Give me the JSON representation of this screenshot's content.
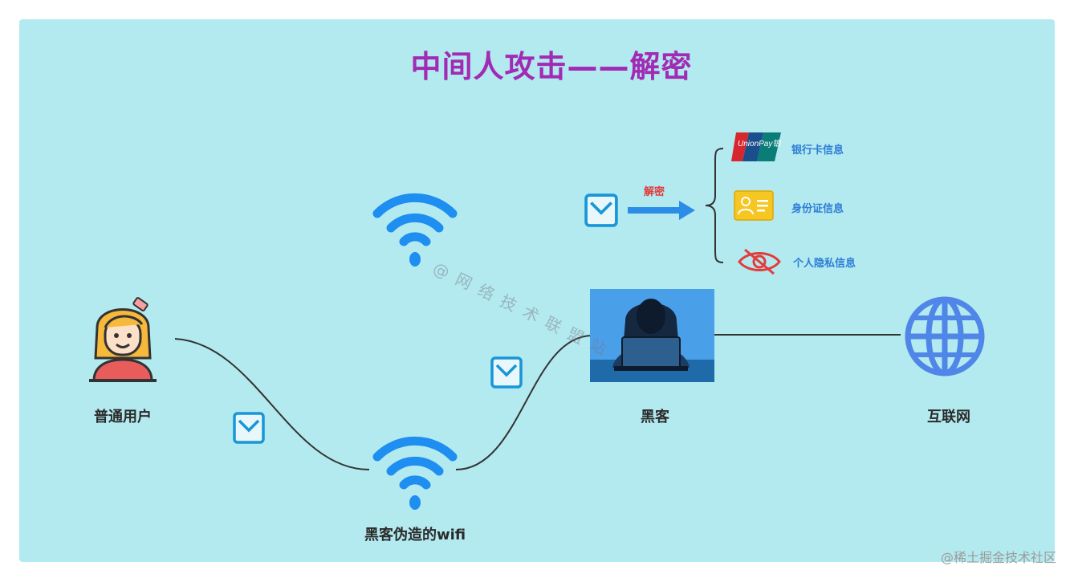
{
  "title": "中间人攻击——解密",
  "nodes": {
    "user": "普通用户",
    "fake_wifi": "黑客伪造的wifi",
    "hacker": "黑客",
    "internet": "互联网"
  },
  "decrypt_label": "解密",
  "info_items": [
    {
      "label": "银行卡信息",
      "icon": "unionpay-card-icon"
    },
    {
      "label": "身份证信息",
      "icon": "id-card-icon"
    },
    {
      "label": "个人隐私信息",
      "icon": "privacy-eye-icon"
    }
  ],
  "card_text": "UnionPay银联",
  "watermark": "@网络技术联盟站",
  "footer": "@稀土掘金技术社区",
  "colors": {
    "background": "#b3eaef",
    "title": "#a12bb4",
    "wifi": "#1e8ef0",
    "arrow": "#2b8de8",
    "globe": "#4f86e8",
    "decrypt": "#e03b3b"
  }
}
